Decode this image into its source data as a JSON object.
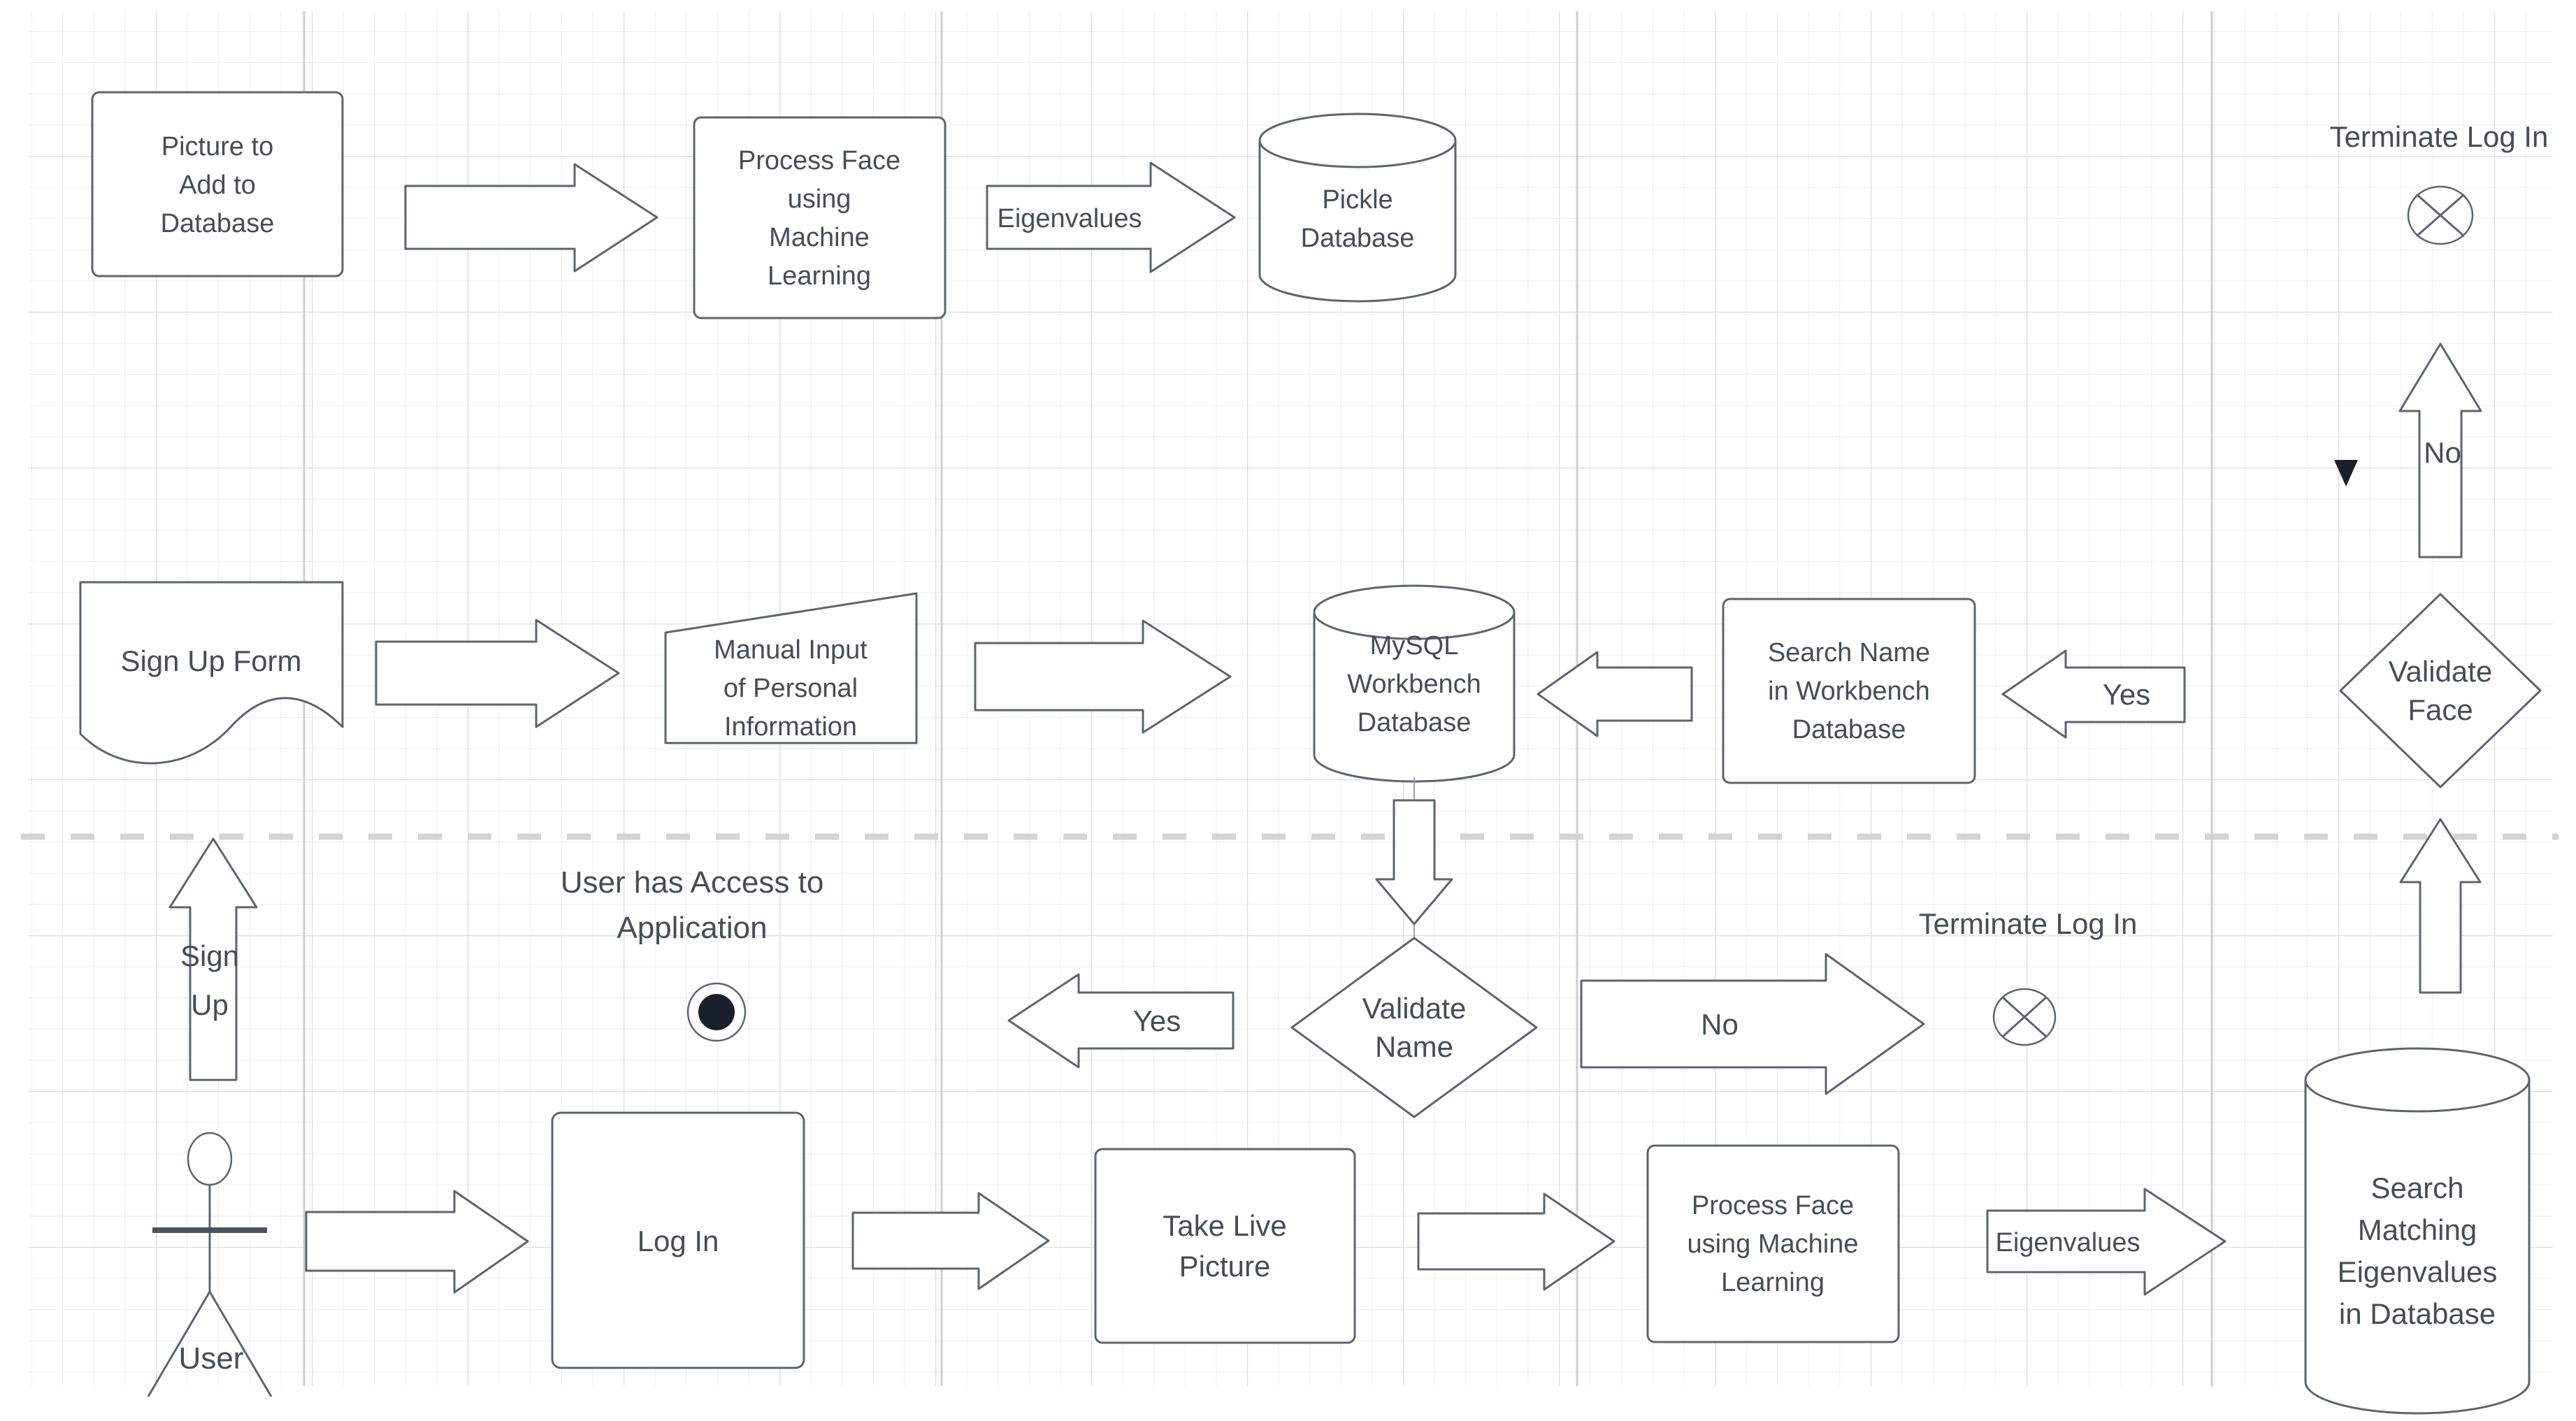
{
  "canvas": {
    "background": "#ffffff",
    "stroke_color": "#5c6472",
    "text_color": "#454d5a",
    "grid_minor_color": "#ededed",
    "grid_major_color": "#dedede",
    "divider_color": "#d4d4d4",
    "terminal_fill": "#1a202b"
  },
  "nodes": {
    "picture_to_add": {
      "type": "process",
      "lines": [
        "Picture to",
        "Add to",
        "Database"
      ]
    },
    "process_face_top": {
      "type": "process",
      "lines": [
        "Process Face",
        "using",
        "Machine",
        "Learning"
      ]
    },
    "pickle_db": {
      "type": "database",
      "lines": [
        "Pickle",
        "Database"
      ]
    },
    "sign_up_form": {
      "type": "document",
      "lines": [
        "Sign Up Form"
      ]
    },
    "manual_input": {
      "type": "manual-input",
      "lines": [
        "Manual Input",
        "of Personal",
        "Information"
      ]
    },
    "mysql_db": {
      "type": "database",
      "lines": [
        "MySQL",
        "Workbench",
        "Database"
      ]
    },
    "search_name": {
      "type": "process",
      "lines": [
        "Search Name",
        "in Workbench",
        "Database"
      ]
    },
    "validate_face": {
      "type": "decision",
      "lines": [
        "Validate",
        "Face"
      ]
    },
    "validate_name": {
      "type": "decision",
      "lines": [
        "Validate",
        "Name"
      ]
    },
    "log_in": {
      "type": "process",
      "lines": [
        "Log In"
      ]
    },
    "take_live_picture": {
      "type": "process",
      "lines": [
        "Take Live",
        "Picture"
      ]
    },
    "process_face_bottom": {
      "type": "process",
      "lines": [
        "Process Face",
        "using Machine",
        "Learning"
      ]
    },
    "search_matching_db": {
      "type": "database",
      "lines": [
        "Search",
        "Matching",
        "Eigenvalues",
        "in Database"
      ]
    }
  },
  "labels": {
    "terminate_top": "Terminate Log In",
    "terminate_mid": "Terminate Log In",
    "user_access": {
      "lines": [
        "User has Access to",
        "Application"
      ]
    },
    "user": "User"
  },
  "edges": {
    "eigenvalues_top": "Eigenvalues",
    "eigenvalues_bottom": "Eigenvalues",
    "yes_mid": "Yes",
    "no_up": "No",
    "sign_up": {
      "lines": [
        "Sign",
        "Up"
      ]
    },
    "yes_bottom": "Yes",
    "no_bottom": "No"
  }
}
